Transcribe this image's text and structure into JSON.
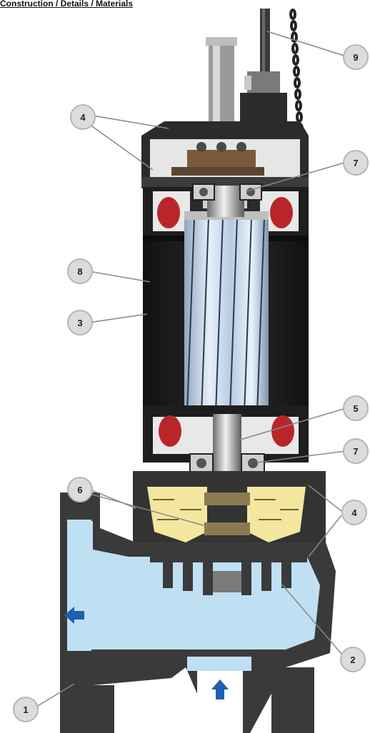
{
  "title": "Construction / Details / Materials",
  "callouts": [
    {
      "id": "1",
      "label": "1"
    },
    {
      "id": "2",
      "label": "2"
    },
    {
      "id": "3",
      "label": "3"
    },
    {
      "id": "4a",
      "label": "4"
    },
    {
      "id": "4b",
      "label": "4"
    },
    {
      "id": "5",
      "label": "5"
    },
    {
      "id": "6",
      "label": "6"
    },
    {
      "id": "7a",
      "label": "7"
    },
    {
      "id": "7b",
      "label": "7"
    },
    {
      "id": "8",
      "label": "8"
    },
    {
      "id": "9",
      "label": "9"
    }
  ],
  "colors": {
    "motor_body": "#1e1e1e",
    "casing": "#3a3a3a",
    "rotor": "#b9cfe6",
    "fluid": "#bfe0f3",
    "oil": "#f3e7a0",
    "winding": "#b8262a",
    "arrow": "#1f5fb0",
    "callout_fill": "#dcdcdc"
  },
  "flow_arrows": [
    "outlet-arrow",
    "inlet-arrow"
  ]
}
